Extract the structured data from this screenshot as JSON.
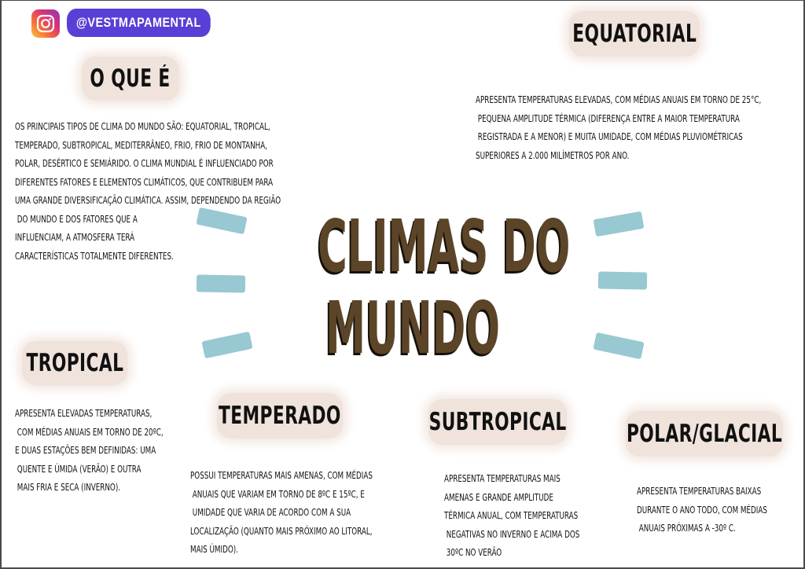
{
  "header": {
    "icon": "instagram-icon",
    "handle": "@VESTMAPAMENTAL"
  },
  "title": {
    "line1": "CLIMAS DO",
    "line2": "MUNDO",
    "color": "#5b4428"
  },
  "accent_colors": {
    "pill_bg": "#efe3dc",
    "stroke": "#8fc3cd",
    "handle_bg": "#5a3fd6"
  },
  "sections": {
    "o_que_e": {
      "heading": "O QUE É",
      "text": "OS PRINCIPAIS TIPOS DE CLIMA DO MUNDO SÃO: EQUATORIAL, TROPICAL,\nTEMPERADO, SUBTROPICAL, MEDITERRÂNEO, FRIO, FRIO DE MONTANHA,\nPOLAR, DESÉRTICO E SEMIÁRIDO. O CLIMA MUNDIAL É INFLUENCIADO POR\nDIFERENTES FATORES E ELEMENTOS CLIMÁTICOS, QUE CONTRIBUEM PARA\nUMA GRANDE DIVERSIFICAÇÃO CLIMÁTICA. ASSIM, DEPENDENDO DA REGIÃO\n DO MUNDO E DOS FATORES QUE A\nINFLUENCIAM, A ATMOSFERA TERÁ\nCARACTERÍSTICAS TOTALMENTE DIFERENTES."
    },
    "equatorial": {
      "heading": "EQUATORIAL",
      "text": "APRESENTA TEMPERATURAS ELEVADAS, COM MÉDIAS ANUAIS EM TORNO DE 25°C,\n PEQUENA AMPLITUDE TÉRMICA (DIFERENÇA ENTRE A MAIOR TEMPERATURA\n REGISTRADA E A MENOR) E MUITA UMIDADE, COM MÉDIAS PLUVIOMÉTRICAS\nSUPERIORES A 2.000 MILÍMETROS POR ANO."
    },
    "tropical": {
      "heading": "TROPICAL",
      "text": "APRESENTA ELEVADAS TEMPERATURAS,\n COM MÉDIAS ANUAIS EM TORNO DE 20ºC,\nE DUAS ESTAÇÕES BEM DEFINIDAS: UMA\n QUENTE E ÚMIDA (VERÃO) E OUTRA\n MAIS FRIA E SECA (INVERNO)."
    },
    "temperado": {
      "heading": "TEMPERADO",
      "text": "POSSUI TEMPERATURAS MAIS AMENAS, COM MÉDIAS\n ANUAIS QUE VARIAM EM TORNO DE 8ºC E 15ºC, E\n UMIDADE QUE VARIA DE ACORDO COM A SUA\nLOCALIZAÇÃO (QUANTO MAIS PRÓXIMO AO LITORAL,\nMAIS ÚMIDO)."
    },
    "subtropical": {
      "heading": "SUBTROPICAL",
      "text": "APRESENTA TEMPERATURAS MAIS\nAMENAS E GRANDE AMPLITUDE\nTÉRMICA ANUAL, COM TEMPERATURAS\n NEGATIVAS NO INVERNO E ACIMA DOS\n 30ºC NO VERÃO"
    },
    "polar": {
      "heading": "POLAR/GLACIAL",
      "text": "APRESENTA TEMPERATURAS BAIXAS\nDURANTE O ANO TODO, COM MÉDIAS\n ANUAIS PRÓXIMAS A -30º C."
    }
  }
}
